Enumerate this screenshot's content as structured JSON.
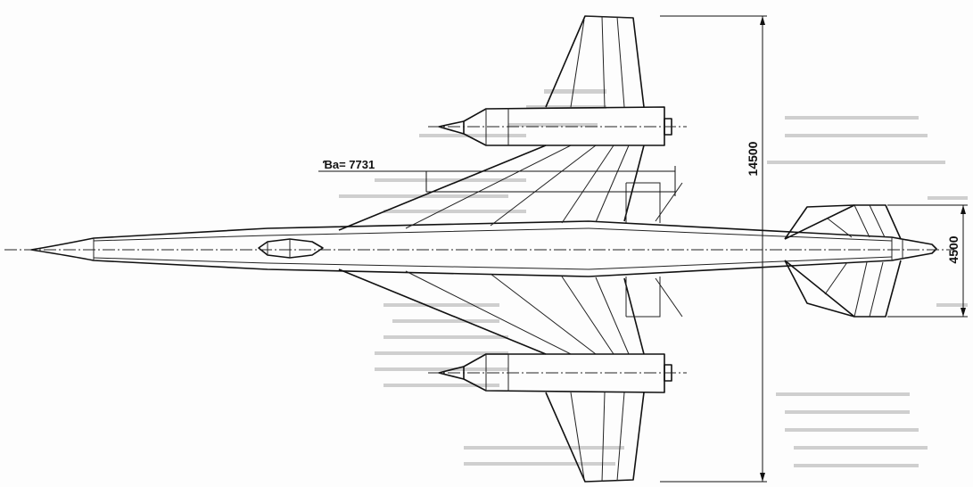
{
  "labels": {
    "span_dimension": "14500",
    "tail_span_dimension": "4500",
    "half_span": "Ɓa= 7731"
  },
  "colors": {
    "ink": "#111111",
    "paper": "#fdfdfd",
    "bleed_through": "#cfcfcf"
  }
}
